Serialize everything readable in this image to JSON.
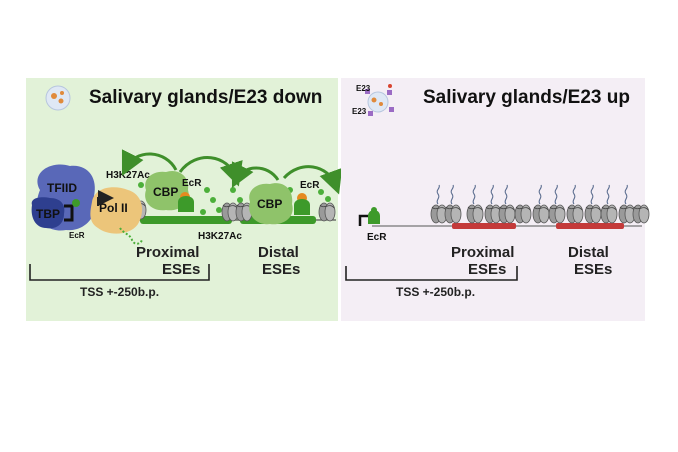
{
  "left_panel": {
    "title": "Salivary glands/E23 down",
    "background": "#e2f2d8",
    "labels": {
      "tfiid": "TFIID",
      "tbp": "TBP",
      "ecr_promoter": "EcR",
      "pol2": "Pol II",
      "h3k27ac_top": "H3K27Ac",
      "h3k27ac_bottom": "H3K27Ac",
      "cbp_proximal": "CBP",
      "ecr_proximal": "EcR",
      "cbp_distal": "CBP",
      "ecr_distal": "EcR"
    },
    "proximal_label": [
      "Proximal",
      "ESEs"
    ],
    "distal_label": [
      "Distal",
      "ESEs"
    ],
    "tss_label": "TSS +-250b.p."
  },
  "right_panel": {
    "title": "Salivary glands/E23 up",
    "background": "#f4eef5",
    "icon_label_top": "E23",
    "icon_label_side": "E23",
    "ecr_label": "EcR",
    "proximal_label": [
      "Proximal",
      "ESEs"
    ],
    "distal_label": [
      "Distal",
      "ESEs"
    ],
    "tss_label": "TSS +-250b.p."
  },
  "colors": {
    "active_enhancer": "#3d9a2a",
    "inactive_enhancer": "#c43a3a",
    "cbp": "#8fc36a",
    "ecr_ball": "#e58a1f",
    "pol2": "#ecc57a",
    "tfiid": "#5968b8",
    "tbp": "#2e3f8f",
    "nucleosome": "#8a8a8a",
    "arrow": "#3f8f2b"
  }
}
